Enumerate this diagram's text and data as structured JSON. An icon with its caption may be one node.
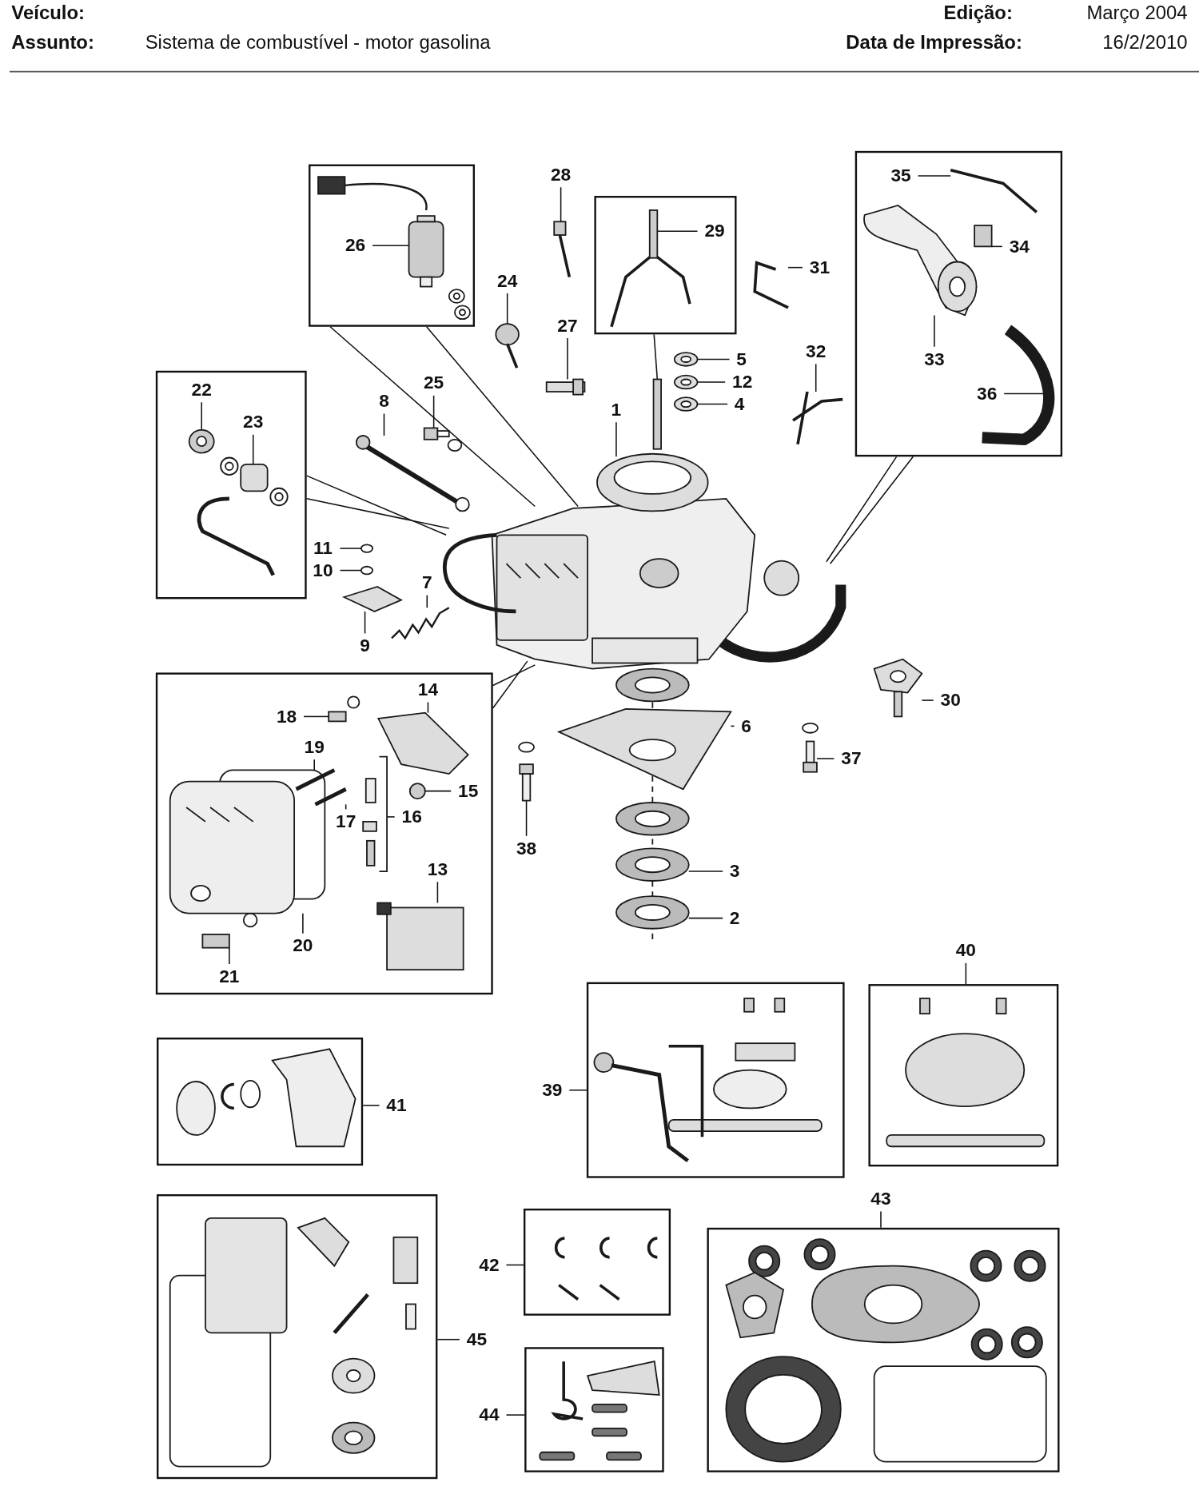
{
  "diagram": {
    "nodes": [
      {
        "text": [],
        "shape": "box"
      },
      {
        "text": [
          "26"
        ],
        "in": 0
      },
      {
        "text": [
          "28"
        ]
      },
      {
        "text": [],
        "shape": "box"
      },
      {
        "text": [
          "29"
        ],
        "in": 3
      },
      {
        "text": [],
        "shape": "box"
      },
      {
        "text": [
          "35"
        ],
        "in": 5
      },
      {
        "text": [
          "34"
        ],
        "in": 5
      },
      {
        "text": [
          "33"
        ],
        "in": 5
      },
      {
        "text": [
          "36"
        ],
        "in": 5
      },
      {
        "text": [
          "24"
        ]
      },
      {
        "text": [
          "31"
        ]
      },
      {
        "text": [
          "27"
        ]
      },
      {
        "text": [
          "5"
        ]
      },
      {
        "text": [
          "12"
        ]
      },
      {
        "text": [
          "4"
        ]
      },
      {
        "text": [
          "32"
        ]
      },
      {
        "text": [],
        "shape": "box"
      },
      {
        "text": [
          "22"
        ],
        "in": 17
      },
      {
        "text": [
          "23"
        ],
        "in": 17
      },
      {
        "text": [
          "25"
        ]
      },
      {
        "text": [
          "8"
        ]
      },
      {
        "text": [
          "1"
        ]
      },
      {
        "text": [
          "11"
        ]
      },
      {
        "text": [
          "10"
        ]
      },
      {
        "text": [
          "7"
        ]
      },
      {
        "text": [
          "9"
        ]
      },
      {
        "text": [],
        "shape": "box"
      },
      {
        "text": [
          "14"
        ],
        "in": 27
      },
      {
        "text": [
          "18"
        ],
        "in": 27
      },
      {
        "text": [
          "19"
        ],
        "in": 27
      },
      {
        "text": [
          "15"
        ],
        "in": 27
      },
      {
        "text": [
          "17"
        ],
        "in": 27
      },
      {
        "text": [
          "16"
        ],
        "in": 27
      },
      {
        "text": [
          "13"
        ],
        "in": 27
      },
      {
        "text": [
          "20"
        ],
        "in": 27
      },
      {
        "text": [
          "21"
        ],
        "in": 27
      },
      {
        "text": [
          "30"
        ]
      },
      {
        "text": [
          "6"
        ]
      },
      {
        "text": [
          "37"
        ]
      },
      {
        "text": [
          "38"
        ]
      },
      {
        "text": [
          "3"
        ]
      },
      {
        "text": [
          "2"
        ]
      },
      {
        "text": [
          "40"
        ]
      },
      {
        "text": [],
        "shape": "box"
      },
      {
        "text": [
          "39"
        ]
      },
      {
        "text": [],
        "shape": "box"
      },
      {
        "text": [
          "41"
        ]
      },
      {
        "text": [],
        "shape": "box"
      },
      {
        "text": [
          "43"
        ]
      },
      {
        "text": [],
        "shape": "box"
      },
      {
        "text": [],
        "shape": "box"
      },
      {
        "text": [
          "45"
        ]
      },
      {
        "text": [],
        "shape": "box"
      },
      {
        "text": [
          "42"
        ]
      },
      {
        "text": [],
        "shape": "box"
      },
      {
        "text": [
          "44"
        ]
      },
      {
        "text": [],
        "shape": "box",
        "in": 0
      },
      {
        "text": [],
        "shape": "picture"
      },
      {
        "text": [],
        "shape": "box",
        "in": 3
      },
      {
        "text": [],
        "shape": "picture",
        "in": 5
      },
      {
        "text": [],
        "shape": "box",
        "in": 5
      },
      {
        "text": [],
        "shape": "picture",
        "in": 5
      },
      {
        "text": [],
        "shape": "picture",
        "in": 5
      },
      {
        "text": [],
        "shape": "picture"
      },
      {
        "text": [],
        "shape": "picture"
      },
      {
        "text": [],
        "shape": "box"
      },
      {
        "text": [],
        "shape": "picture"
      },
      {
        "text": [],
        "shape": "picture"
      },
      {
        "text": [],
        "shape": "picture"
      },
      {
        "text": [],
        "shape": "picture"
      },
      {
        "text": [],
        "shape": "picture",
        "in": 17
      },
      {
        "text": [],
        "shape": "box",
        "in": 17
      },
      {
        "text": [],
        "shape": "box"
      },
      {
        "text": [],
        "shape": "picture"
      },
      {
        "text": [],
        "shape": "picture"
      },
      {
        "text": [],
        "shape": "circle"
      },
      {
        "text": [],
        "shape": "circle"
      },
      {
        "text": [],
        "shape": "picture"
      },
      {
        "text": [],
        "shape": "picture"
      },
      {
        "text": [],
        "shape": "picture",
        "in": 27
      },
      {
        "text": [],
        "shape": "box",
        "in": 27
      },
      {
        "text": [],
        "shape": "picture",
        "in": 27
      },
      {
        "text": [],
        "shape": "circle",
        "in": 27
      },
      {
        "text": [],
        "shape": "picture",
        "in": 27
      },
      {
        "text": [],
        "shape": "picture",
        "in": 27
      },
      {
        "text": [],
        "shape": "box",
        "in": 27
      },
      {
        "text": [],
        "shape": "picture",
        "in": 27
      },
      {
        "text": [],
        "shape": "box",
        "in": 27
      },
      {
        "text": [],
        "shape": "picture"
      },
      {
        "text": [],
        "shape": "picture"
      },
      {
        "text": [],
        "shape": "picture"
      },
      {
        "text": [],
        "shape": "picture"
      },
      {
        "text": [],
        "shape": "picture"
      },
      {
        "text": [],
        "shape": "picture"
      },
      {
        "text": [],
        "shape": "box"
      }
    ],
    "edges": [
      {
        "from": 1,
        "to": 57,
        "arrow": "none"
      },
      {
        "from": 2,
        "to": 58,
        "arrow": "none"
      },
      {
        "from": 4,
        "to": 59,
        "arrow": "none"
      },
      {
        "from": 6,
        "to": 60,
        "arrow": "none"
      },
      {
        "from": 7,
        "to": 61,
        "arrow": "none"
      },
      {
        "from": 8,
        "to": 62,
        "arrow": "none"
      },
      {
        "from": 9,
        "to": 63,
        "arrow": "none"
      },
      {
        "from": 10,
        "to": 64,
        "arrow": "none"
      },
      {
        "from": 11,
        "to": 65,
        "arrow": "none"
      },
      {
        "from": 12,
        "to": 66,
        "arrow": "none"
      },
      {
        "from": 13,
        "to": 67,
        "arrow": "none"
      },
      {
        "from": 14,
        "to": 68,
        "arrow": "none"
      },
      {
        "from": 15,
        "to": 69,
        "arrow": "none"
      },
      {
        "from": 16,
        "to": 70,
        "arrow": "none"
      },
      {
        "from": 18,
        "to": 71,
        "arrow": "none"
      },
      {
        "from": 19,
        "to": 72,
        "arrow": "none"
      },
      {
        "from": 20,
        "to": 73,
        "arrow": "none"
      },
      {
        "from": 21,
        "to": 74,
        "arrow": "none"
      },
      {
        "from": 22,
        "to": 75,
        "arrow": "none"
      },
      {
        "from": 23,
        "to": 76,
        "arrow": "none"
      },
      {
        "from": 24,
        "to": 77,
        "arrow": "none"
      },
      {
        "from": 25,
        "to": 78,
        "arrow": "none"
      },
      {
        "from": 26,
        "to": 79,
        "arrow": "none"
      },
      {
        "from": 28,
        "to": 80,
        "arrow": "none"
      },
      {
        "from": 29,
        "to": 81,
        "arrow": "none"
      },
      {
        "from": 30,
        "to": 82,
        "arrow": "none"
      },
      {
        "from": 31,
        "to": 83,
        "arrow": "none"
      },
      {
        "from": 32,
        "to": 84,
        "arrow": "none"
      },
      {
        "from": 33,
        "to": 85,
        "arrow": "none"
      },
      {
        "from": 34,
        "to": 86,
        "arrow": "none"
      },
      {
        "from": 35,
        "to": 87,
        "arrow": "none"
      },
      {
        "from": 36,
        "to": 88,
        "arrow": "none"
      },
      {
        "from": 37,
        "to": 89,
        "arrow": "none"
      },
      {
        "from": 38,
        "to": 90,
        "arrow": "none"
      },
      {
        "from": 39,
        "to": 91,
        "arrow": "none"
      },
      {
        "from": 40,
        "to": 92,
        "arrow": "none"
      },
      {
        "from": 41,
        "to": 93,
        "arrow": "none"
      },
      {
        "from": 42,
        "to": 94,
        "arrow": "none"
      },
      {
        "from": 43,
        "to": 44,
        "arrow": "none"
      },
      {
        "from": 45,
        "to": 46,
        "arrow": "none"
      },
      {
        "from": 47,
        "to": 48,
        "arrow": "none"
      },
      {
        "from": 49,
        "to": 50,
        "arrow": "none"
      },
      {
        "from": 52,
        "to": 51,
        "arrow": "none"
      },
      {
        "from": 54,
        "to": 53,
        "arrow": "none"
      },
      {
        "from": 56,
        "to": 55,
        "arrow": "none"
      },
      {
        "from": 0,
        "to": 75,
        "arrow": "none"
      },
      {
        "from": 0,
        "to": 75,
        "arrow": "none"
      },
      {
        "from": 3,
        "to": 95,
        "arrow": "none"
      },
      {
        "from": 5,
        "to": 75,
        "arrow": "none"
      },
      {
        "from": 5,
        "to": 75,
        "arrow": "none"
      },
      {
        "from": 17,
        "to": 75,
        "arrow": "none"
      },
      {
        "from": 17,
        "to": 75,
        "arrow": "none"
      },
      {
        "from": 27,
        "to": 75,
        "arrow": "none"
      },
      {
        "from": 27,
        "to": 75,
        "arrow": "none"
      }
    ],
    "labels": [
      "Veículo:",
      "Edição:",
      "Março 2004",
      "Assunto:",
      "Sistema de combustível - motor gasolina",
      "Data de Impressão:",
      "16/2/2010"
    ]
  }
}
